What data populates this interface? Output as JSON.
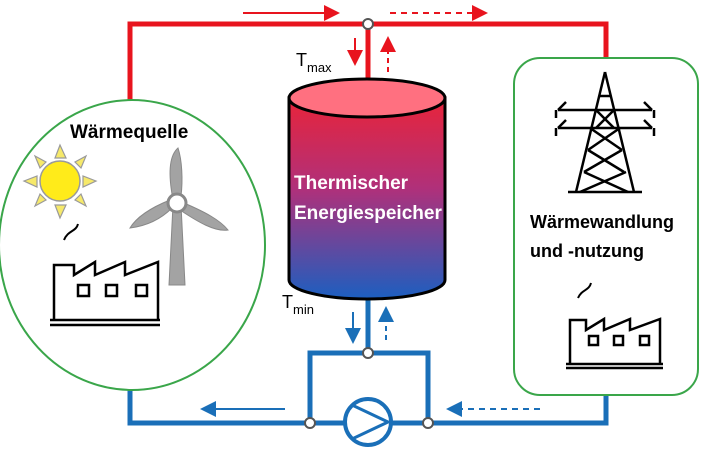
{
  "heat_source": {
    "label": "Wärmequelle"
  },
  "storage": {
    "label_line1": "Thermischer",
    "label_line2": "Energiespeicher"
  },
  "heat_use": {
    "label_line1": "Wärmewandlung",
    "label_line2": "und -nutzung"
  },
  "temps": {
    "max": {
      "symbol": "T",
      "subscript": "max"
    },
    "min": {
      "symbol": "T",
      "subscript": "min"
    }
  },
  "colors": {
    "hot_pipe": "#e8141e",
    "cold_pipe": "#1a6fb8",
    "group_border": "#3aa64a",
    "tank_top": "#ff6a78",
    "tank_bottom": "#2060c0",
    "arrow_hot": "#e8141e",
    "arrow_cold": "#1a6fb8"
  }
}
